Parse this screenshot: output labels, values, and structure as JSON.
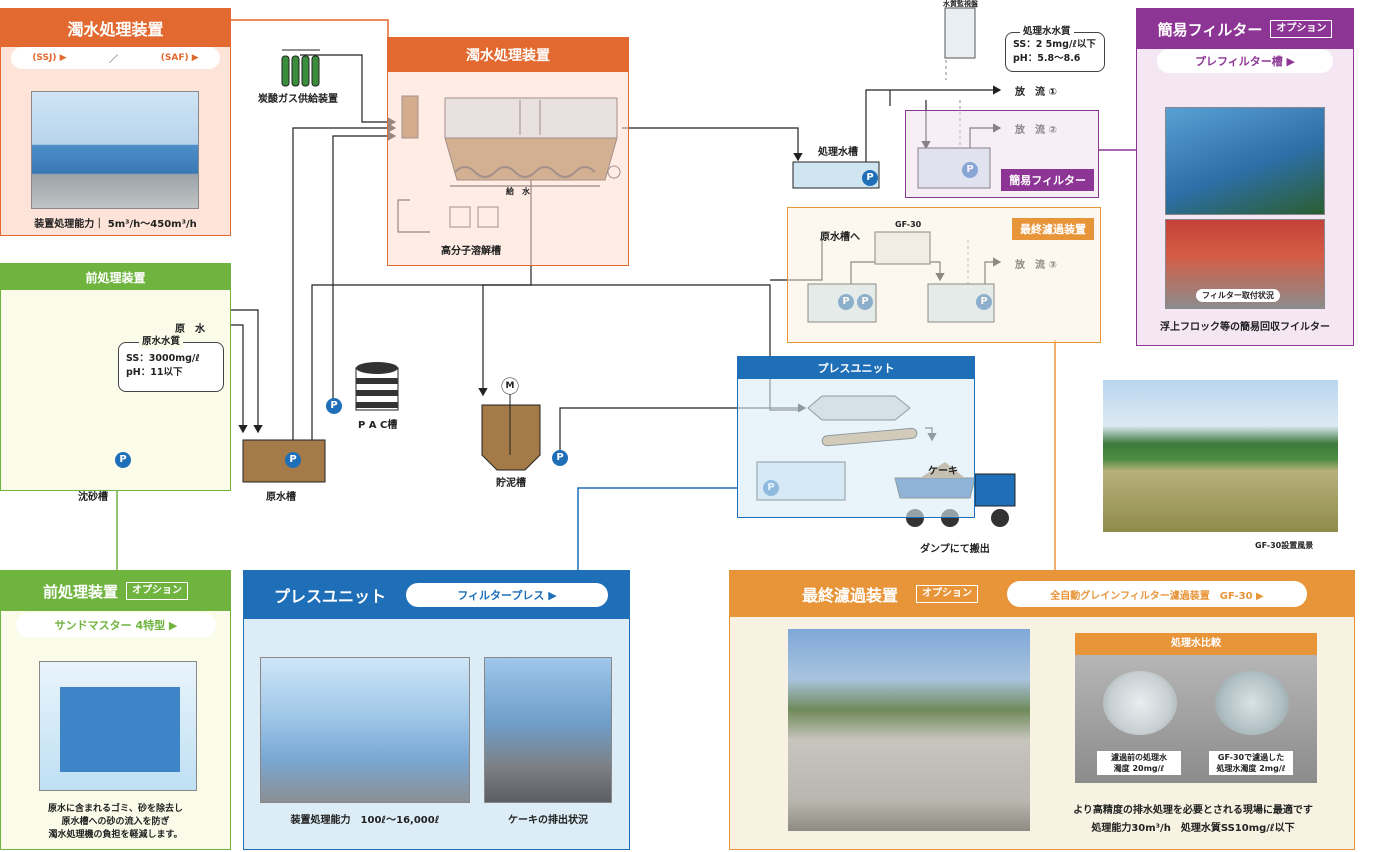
{
  "turbid_panel": {
    "title": "濁水処理装置",
    "tab_ssj": "(SSJ) ▶",
    "tab_sep": "／",
    "tab_saf": "(SAF) ▶",
    "capacity": "装置処理能力｜ 5m³/h～450m³/h"
  },
  "pretreat_panel": {
    "title": "前処理装置"
  },
  "center_unit": {
    "title": "濁水処理装置",
    "polymer_tank": "高分子溶解槽",
    "water_supply": "給　水"
  },
  "co2": {
    "label": "炭酸ガス供給装置"
  },
  "raw_water": {
    "label": "原　水",
    "quality_title": "原水水質",
    "ss": "SS：3000mg/ℓ",
    "ph": "pH：11以下"
  },
  "tanks": {
    "grit": "沈砂槽",
    "raw": "原水槽",
    "pac": "P A C槽",
    "sludge": "貯泥槽",
    "treated": "処理水槽",
    "to_raw": "原水槽へ",
    "gf30": "GF-30"
  },
  "treated_quality": {
    "title": "処理水水質",
    "ss": "SS：2 5mg/ℓ以下",
    "ph": "pH：5.8～8.6"
  },
  "monitor": {
    "label": "水質監視盤"
  },
  "discharges": {
    "d1": "放　流 ①",
    "d2": "放　流 ②",
    "d3": "放　流 ③"
  },
  "simple_filter_box": {
    "label": "簡易フィルター"
  },
  "final_filter_box": {
    "label": "最終濾過装置"
  },
  "press_box": {
    "title": "プレスユニット",
    "cake": "ケーキ",
    "dump": "ダンプにて搬出"
  },
  "pump_symbol": "P",
  "motor_symbol": "M",
  "simple_filter_panel": {
    "title": "簡易フィルター",
    "option": "オプション",
    "pill": "プレフィルター槽 ▶",
    "photo_tag": "フィルター取付状況",
    "caption": "浮上フロック等の簡易回収フイルター"
  },
  "gf30_photo": {
    "caption": "GF-30設置風景"
  },
  "pre_option_panel": {
    "title": "前処理装置",
    "option": "オプション",
    "pill": "サンドマスター 4特型 ▶",
    "desc1": "原水に含まれるゴミ、砂を除去し",
    "desc2": "原水槽への砂の流入を防ぎ",
    "desc3": "濁水処理機の負担を軽減します。"
  },
  "press_panel": {
    "title": "プレスユニット",
    "pill": "フィルタープレス ▶",
    "cap1": "装置処理能力　100ℓ～16,000ℓ",
    "cap2": "ケーキの排出状況"
  },
  "final_panel": {
    "title": "最終濾過装置",
    "option": "オプション",
    "pill": "全自動グレインフィルター濾過装置　GF-30 ▶",
    "compare_title": "処理水比較",
    "before": "濾過前の処理水",
    "before2": "濁度 20mg/ℓ",
    "after": "GF-30で濾過した",
    "after2": "処理水濁度 2mg/ℓ",
    "desc1": "より高精度の排水処理を必要とされる現場に最適です",
    "desc2": "処理能力30m³/h　処理水質SS10mg/ℓ以下"
  },
  "colors": {
    "orange": "#e2692f",
    "green": "#6fb43f",
    "blue": "#1f6fb8",
    "purple": "#8d3595",
    "amber": "#e8953a"
  }
}
